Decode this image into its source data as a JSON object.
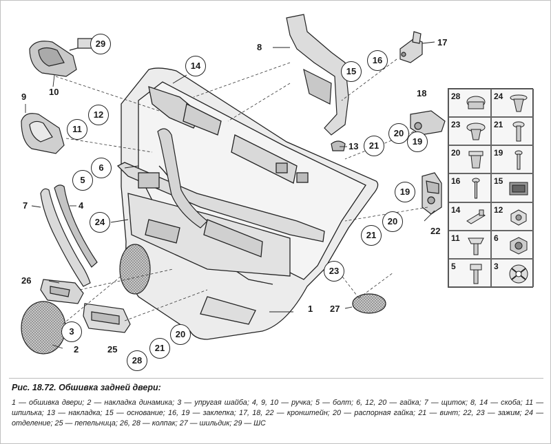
{
  "callouts": {
    "c1": "1",
    "c2": "2",
    "c3": "3",
    "c4": "4",
    "c5": "5",
    "c6": "6",
    "c7": "7",
    "c8": "8",
    "c9": "9",
    "c10": "10",
    "c11": "11",
    "c12": "12",
    "c13": "13",
    "c14": "14",
    "c15": "15",
    "c16": "16",
    "c17": "17",
    "c18": "18",
    "c19a": "19",
    "c19b": "19",
    "c20a": "20",
    "c20b": "20",
    "c20c": "20",
    "c21a": "21",
    "c21b": "21",
    "c21c": "21",
    "c22": "22",
    "c23": "23",
    "c24": "24",
    "c25": "25",
    "c26": "26",
    "c27": "27",
    "c28": "28",
    "c29": "29"
  },
  "parts_grid": [
    {
      "num": "28",
      "icon": "cap-icon"
    },
    {
      "num": "24",
      "icon": "clip-icon"
    },
    {
      "num": "23",
      "icon": "clamp-icon"
    },
    {
      "num": "21",
      "icon": "screw-icon"
    },
    {
      "num": "20",
      "icon": "expansion-nut-icon"
    },
    {
      "num": "19",
      "icon": "rivet-icon"
    },
    {
      "num": "16",
      "icon": "rivet-long-icon"
    },
    {
      "num": "15",
      "icon": "base-icon"
    },
    {
      "num": "14",
      "icon": "bracket-clip-icon"
    },
    {
      "num": "12",
      "icon": "nut-icon"
    },
    {
      "num": "11",
      "icon": "stud-icon"
    },
    {
      "num": "6",
      "icon": "hex-nut-icon"
    },
    {
      "num": "5",
      "icon": "bolt-icon"
    },
    {
      "num": "3",
      "icon": "spring-washer-icon"
    }
  ],
  "caption": {
    "title": "Рис. 18.72. Обшивка задней двери:",
    "legend": "1 — обшивка двери; 2 — накладка динамика; 3 — упругая шайба; 4, 9, 10 — ручка; 5 — болт; 6, 12, 20 — гайка; 7 — щиток; 8, 14 — скоба; 11 — шпилька; 13 — накладка; 15 — основание; 16, 19 — заклепка; 17, 18, 22 — кронштейн; 20 — распорная гайка; 21 — винт; 22, 23 — зажим; 24 — отделение; 25 — пепельница; 26, 28 — колпак; 27 — шильдик; 29 — ШС"
  },
  "colors": {
    "line": "#222222",
    "panel_fill": "#e9e9e9",
    "shade": "#bdbdbd"
  }
}
